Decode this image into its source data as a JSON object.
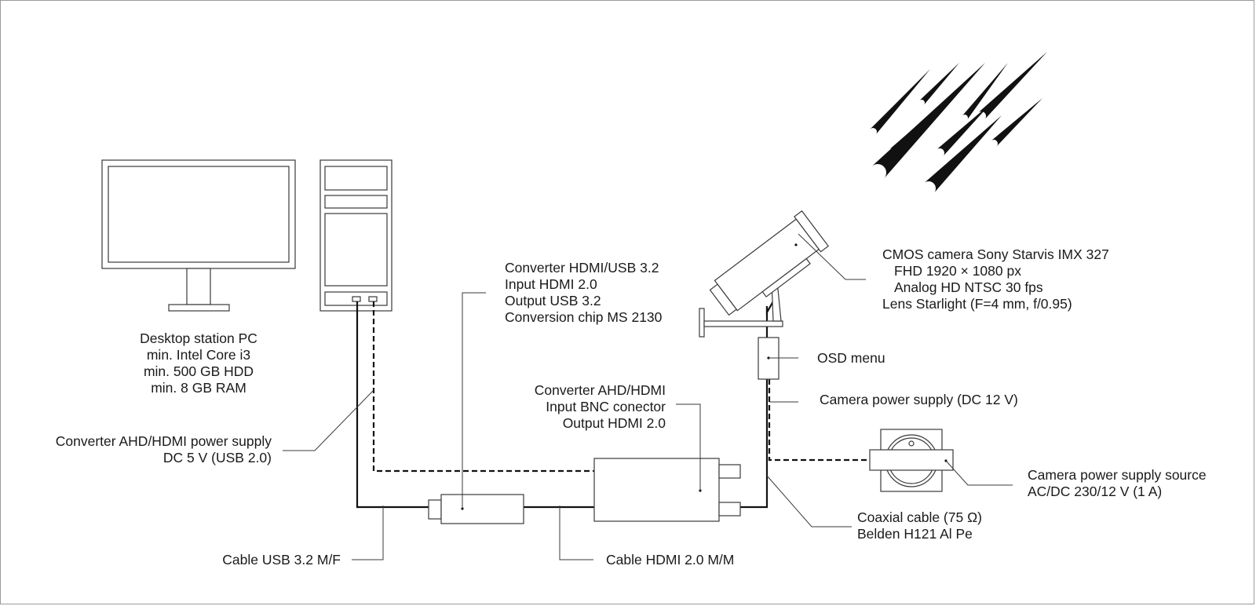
{
  "labels": {
    "pc": [
      "Desktop station PC",
      "min. Intel Core i3",
      "min. 500 GB HDD",
      "min. 8 GB RAM"
    ],
    "converter_hdmi_usb": [
      "Converter HDMI/USB 3.2",
      "Input HDMI 2.0",
      "Output USB 3.2",
      "Conversion chip MS 2130"
    ],
    "converter_ahd_hdmi": [
      "Converter AHD/HDMI",
      "Input BNC conector",
      "Output HDMI 2.0"
    ],
    "camera": [
      "CMOS camera Sony Starvis IMX 327",
      "FHD 1920 × 1080 px",
      "Analog HD NTSC 30 fps",
      "Lens Starlight (F=4 mm, f/0.95)"
    ],
    "osd_menu": "OSD menu",
    "camera_power": "Camera power supply (DC 12 V)",
    "power_source": [
      "Camera power supply source",
      "AC/DC 230/12 V (1 A)"
    ],
    "coaxial": [
      "Coaxial cable (75 Ω)",
      "Belden H121 Al Pe"
    ],
    "converter_power": [
      "Converter AHD/HDMI power supply",
      "DC 5 V (USB 2.0)"
    ],
    "cable_usb": "Cable USB 3.2 M/F",
    "cable_hdmi": "Cable HDMI 2.0 M/M"
  },
  "icons": [
    "monitor-icon",
    "pc-tower-icon",
    "camera-icon",
    "meteor-shower-icon",
    "power-adapter-icon"
  ]
}
